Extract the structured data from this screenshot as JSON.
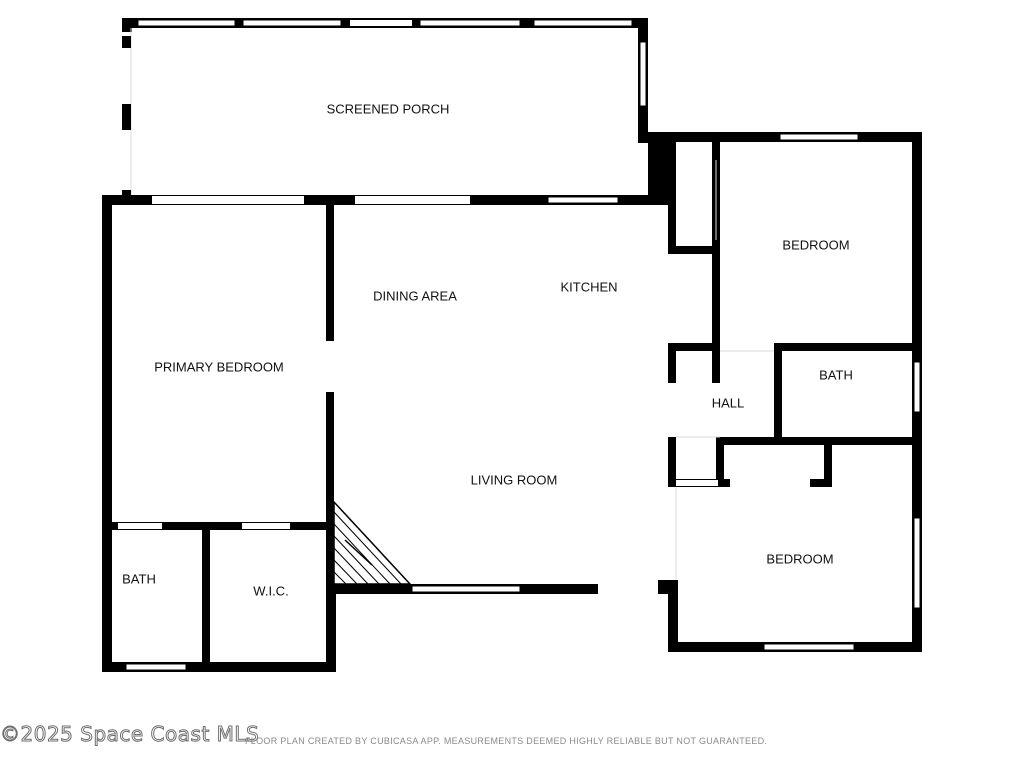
{
  "rooms": {
    "screened_porch": "SCREENED PORCH",
    "primary_bedroom": "PRIMARY BEDROOM",
    "dining_area": "DINING AREA",
    "kitchen": "KITCHEN",
    "living_room": "LIVING ROOM",
    "bedroom_1": "BEDROOM",
    "bath_1": "BATH",
    "hall": "HALL",
    "bedroom_2": "BEDROOM",
    "bath_primary": "BATH",
    "wic": "W.I.C."
  },
  "footer": {
    "watermark": "©2025 Space Coast MLS",
    "disclaimer": "FLOOR PLAN CREATED BY CUBICASA APP. MEASUREMENTS DEEMED HIGHLY RELIABLE BUT NOT GUARANTEED."
  },
  "colors": {
    "wall": "#000000",
    "background": "#ffffff"
  }
}
